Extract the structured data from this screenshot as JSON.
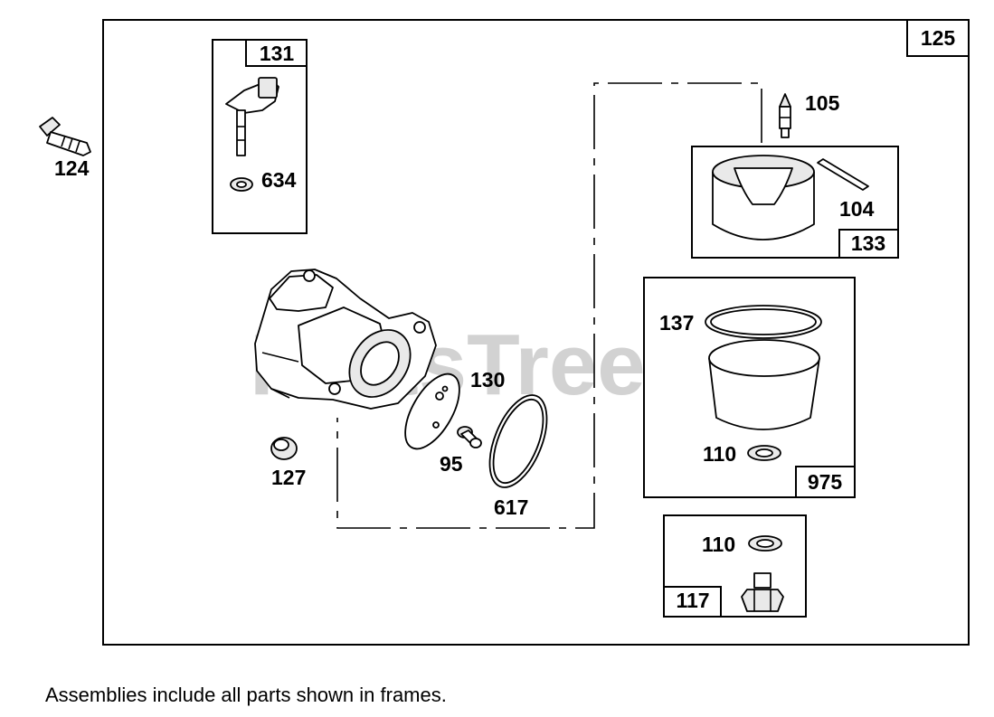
{
  "watermark": "PartsTree",
  "footnote": "Assemblies include all parts shown in frames.",
  "labels": {
    "p125": "125",
    "p131": "131",
    "p634": "634",
    "p124": "124",
    "p105": "105",
    "p104": "104",
    "p133": "133",
    "p137": "137",
    "p110a": "110",
    "p975": "975",
    "p130": "130",
    "p95": "95",
    "p617": "617",
    "p127": "127",
    "p110b": "110",
    "p117": "117"
  }
}
